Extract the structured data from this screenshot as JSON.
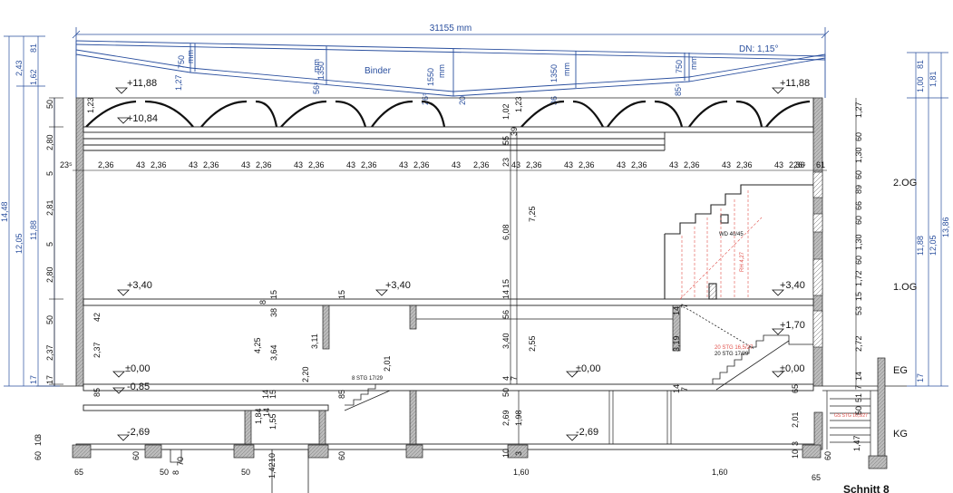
{
  "drawing": {
    "span_dimension": "31155 mm",
    "roof_slope": "DN: 1,15°",
    "truss_label": "Binder",
    "truss_depths": [
      {
        "value": "750",
        "unit": "mm"
      },
      {
        "value": "1350",
        "unit": "mm"
      },
      {
        "value": "1550",
        "unit": "mm"
      },
      {
        "value": "1350",
        "unit": "mm"
      },
      {
        "value": "750",
        "unit": "mm"
      }
    ],
    "title": "Schnitt 8"
  },
  "levels": {
    "roof_top_left": "+11,88",
    "roof_top_right": "+11,88",
    "ceiling": "+10,84",
    "og1_left": "+3,40",
    "og1_mid": "+3,40",
    "og1_right": "+3,40",
    "landing": "+1,70",
    "eg_left": "±0,00",
    "eg_left_low": "-0,85",
    "eg_mid": "±0,00",
    "eg_right": "±0,00",
    "kg_left": "-2,69",
    "kg_mid": "-2,69"
  },
  "floors": {
    "og2": "2.OG",
    "og1": "1.OG",
    "eg": "EG",
    "kg": "KG"
  },
  "left_dims": {
    "total": "14,48",
    "mid": "12,05",
    "inner": "11,88",
    "top_a": "2,43",
    "top_b": "1,62",
    "top_c": "81",
    "base": "17",
    "segments": [
      "50",
      "2,80",
      "5",
      "2,81",
      "5",
      "2,80",
      "50",
      "2,37",
      "17"
    ]
  },
  "right_dims": {
    "total": "13,86",
    "mid": "12,05",
    "inner": "11,88",
    "top_a": "1,00",
    "top_b": "81",
    "top_c": "1,81",
    "base": "17",
    "segments": [
      "1,27",
      "60",
      "1,30",
      "60",
      "89",
      "66",
      "60",
      "1,30",
      "60",
      "1,72",
      "15",
      "53",
      "2,72",
      "14",
      "7",
      "51",
      "50"
    ]
  },
  "ceiling_dims": {
    "start": "23⁵",
    "bays": [
      "2,36",
      "2,36",
      "2,36",
      "2,36",
      "2,36",
      "2,36",
      "2,36",
      "2,36",
      "2,36",
      "2,36",
      "2,36",
      "2,36",
      "2,36",
      "2,36"
    ],
    "gaps": [
      "43",
      "43",
      "43",
      "43",
      "43",
      "43",
      "43",
      "43",
      "43",
      "43",
      "43",
      "43",
      "43"
    ],
    "end_a": "26⁵",
    "end_b": "61"
  },
  "truss_misc": {
    "left_1": "1,27",
    "left_2": "56⁵",
    "mid_1": "26⁵",
    "mid_2": "20",
    "mid_3": "1,02",
    "mid_4": "1,23",
    "right_1": "36",
    "right_2": "85⁵",
    "left_wall": "1,23"
  },
  "mid_column": {
    "a": "23",
    "b": "55",
    "c": "39",
    "og_height": "6,08",
    "og_height2": "7,25",
    "slab": "14",
    "slab2": "15",
    "wall": "56",
    "eg_height": "3,40",
    "eg_height2": "2,55",
    "eg_base": "50",
    "eg_base2": "4",
    "eg_base3": "7",
    "kg_height": "2,69",
    "kg_height2": "1,98",
    "kg_base": "10",
    "kg_base2": "3"
  },
  "interior_dims": {
    "d1": "42",
    "d2": "2,37",
    "d3": "85",
    "d4": "4,25",
    "d5": "3,64",
    "d6": "38",
    "d7": "15",
    "d8": "8",
    "d9": "2,20",
    "d10": "3,11",
    "d11": "15",
    "d12": "85",
    "d13": "2,01",
    "d14": "14",
    "d15": "15",
    "d16": "1,84",
    "d17": "1,55",
    "d18": "14",
    "d19": "1,42",
    "d20": "10",
    "d21": "65",
    "d22": "50",
    "d23": "70",
    "d24": "50",
    "d25": "60",
    "d26": "60",
    "d27": "8",
    "d28": "60",
    "d29": "10",
    "d30": "3",
    "d31": "1,60",
    "d32": "1,60",
    "d33": "14",
    "d34": "3,19",
    "d35": "7",
    "d36": "14",
    "d37": "7",
    "d38": "65",
    "d39": "2,01",
    "d40": "10",
    "d41": "3",
    "d42": "60",
    "d43": "65",
    "d44": "1,47"
  },
  "stairs": {
    "main_stair": "20 STG 16,5/27",
    "main_stair_2": "20 STG 17/29",
    "basement_stair": "8 STG 17/29",
    "wd": "WD 40/45",
    "red_small": "RH 4,27",
    "cellar_stair": "GS STG 16,5/27"
  }
}
